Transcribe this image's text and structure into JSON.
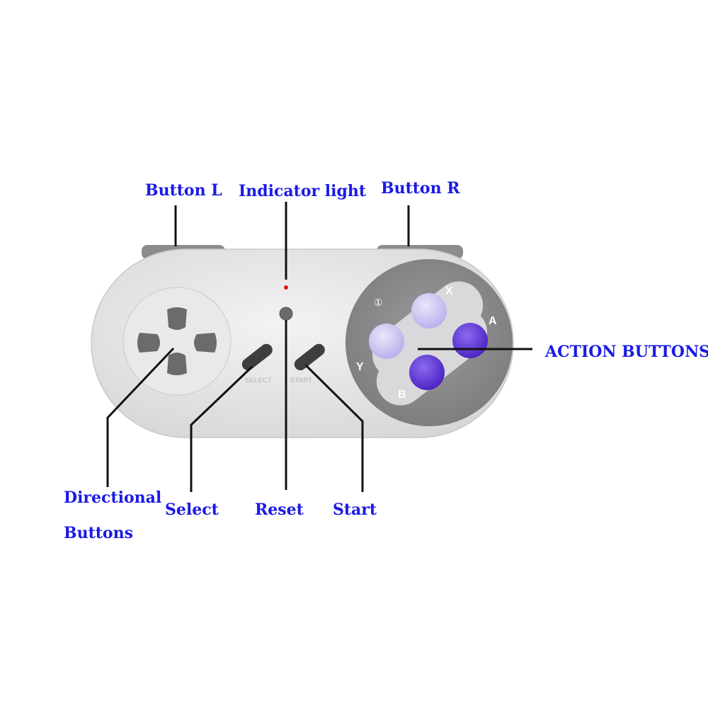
{
  "callouts": {
    "button_l": "Button L",
    "indicator_light": "Indicator light",
    "button_r": "Button R",
    "action_buttons": "ACTION BUTTONS",
    "directional_line1": "Directional",
    "directional_line2": "Buttons",
    "select": "Select",
    "reset": "Reset",
    "start": "Start"
  },
  "controller": {
    "button_letters": {
      "x": "X",
      "a": "A",
      "y": "Y",
      "b": "B",
      "turbo": "①"
    },
    "small_labels": {
      "select": "SELECT",
      "start": "START"
    }
  },
  "colors": {
    "callout_text": "#1a1ae6",
    "body": "#e4e4e6",
    "dpad": "#6b6b6d",
    "action_panel": "#8a8a8c",
    "light_purple": "#c9c2f2",
    "dark_purple": "#5a2fd0",
    "indicator": "#e01515"
  }
}
